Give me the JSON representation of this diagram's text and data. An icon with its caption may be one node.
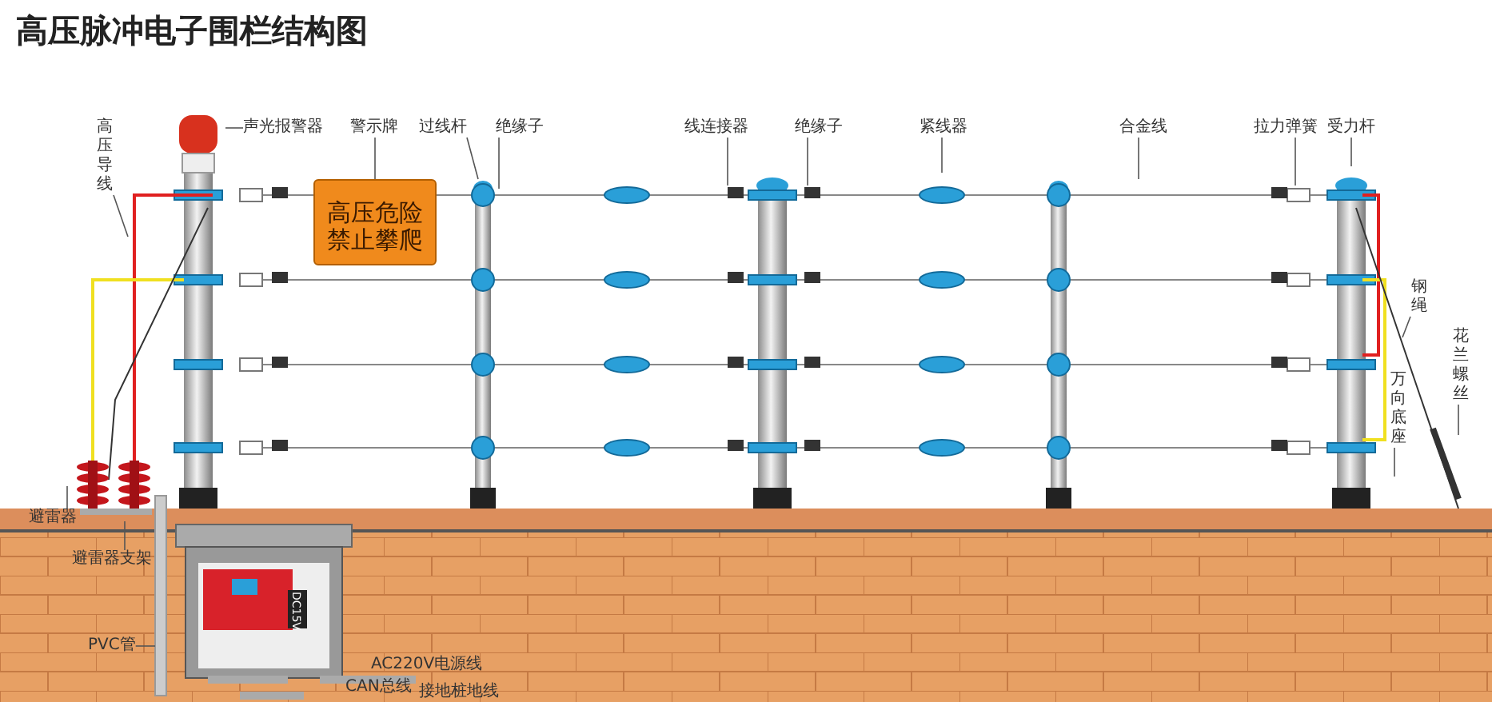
{
  "diagram": {
    "title": "高压脉冲电子围栏结构图",
    "nodes": [
      {
        "text": [
          "高压导线"
        ]
      },
      {
        "text": [
          "声光报警器"
        ]
      },
      {
        "text": [
          "警示牌"
        ]
      },
      {
        "text": [
          "过线杆"
        ]
      },
      {
        "text": [
          "绝缘子"
        ]
      },
      {
        "text": [
          "线连接器"
        ]
      },
      {
        "text": [
          "绝缘子"
        ]
      },
      {
        "text": [
          "紧线器"
        ]
      },
      {
        "text": [
          "合金线"
        ]
      },
      {
        "text": [
          "拉力弹簧"
        ]
      },
      {
        "text": [
          "受力杆"
        ]
      },
      {
        "text": [
          "钢绳"
        ]
      },
      {
        "text": [
          "万向底座"
        ]
      },
      {
        "text": [
          "花兰螺丝"
        ]
      },
      {
        "text": [
          "避雷器"
        ]
      },
      {
        "text": [
          "避雷器支架"
        ]
      },
      {
        "text": [
          "PVC管"
        ]
      },
      {
        "text": [
          "高压危险禁止攀爬"
        ]
      }
    ],
    "edges": [
      {
        "from": 0,
        "to": null,
        "arrow": "none"
      },
      {
        "from": 1,
        "to": null,
        "arrow": "none"
      },
      {
        "from": 2,
        "to": 17,
        "arrow": "none"
      },
      {
        "from": 3,
        "to": null,
        "arrow": "none"
      },
      {
        "from": 4,
        "to": null,
        "arrow": "none"
      },
      {
        "from": 5,
        "to": null,
        "arrow": "none"
      },
      {
        "from": 6,
        "to": null,
        "arrow": "none"
      },
      {
        "from": 7,
        "to": null,
        "arrow": "none"
      },
      {
        "from": 8,
        "to": null,
        "arrow": "none"
      },
      {
        "from": 9,
        "to": null,
        "arrow": "none"
      },
      {
        "from": 10,
        "to": null,
        "arrow": "none"
      },
      {
        "from": 11,
        "to": null,
        "arrow": "none"
      },
      {
        "from": 12,
        "to": null,
        "arrow": "none"
      },
      {
        "from": 13,
        "to": null,
        "arrow": "none"
      },
      {
        "from": 14,
        "to": null,
        "arrow": "none"
      },
      {
        "from": 15,
        "to": null,
        "arrow": "none"
      },
      {
        "from": 16,
        "to": null,
        "arrow": "none"
      }
    ],
    "labels": [
      "DC15V",
      "AC220V电源线",
      "CAN总线",
      "接地桩地线"
    ]
  }
}
